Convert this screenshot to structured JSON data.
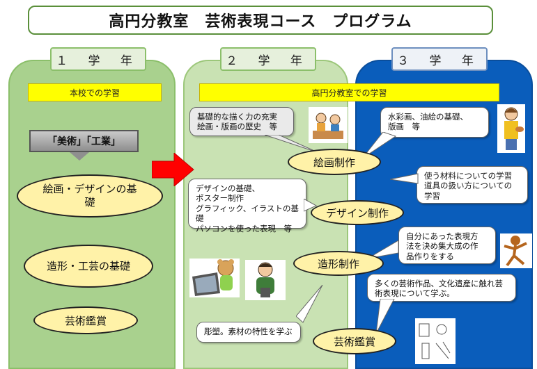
{
  "title": "高円分教室　芸術表現コース　プログラム",
  "years": {
    "y1": "１ 学 年",
    "y2": "２ 学 年",
    "y3": "３ 学 年"
  },
  "bars": {
    "main_school": "本校での学習",
    "branch": "高円分教室での学習"
  },
  "subjects_label": "「美術」「工業」",
  "year1_items": {
    "painting_design": "絵画・デザインの基礎",
    "sculpture_craft": "造形・工芸の基礎",
    "appreciation": "芸術鑑賞"
  },
  "year2_callouts": {
    "drawing": "基礎的な描く力の充実\n絵画・版画の歴史　等",
    "design": "デザインの基礎、\nポスター制作\nグラフィック、イラストの基礎\nパソコンを使った表現　等",
    "sculpture": "彫塑。素材の特性を学ぶ"
  },
  "center_items": {
    "painting": "絵画制作",
    "design": "デザイン制作",
    "modeling": "造形制作",
    "appreciation": "芸術鑑賞"
  },
  "year3_callouts": {
    "watercolor": "水彩画、油絵の基礎、\n版画　等",
    "materials": "使う材料についての学習\n道具の扱い方についての\n学習",
    "expression": "自分にあった表現方\n法を決め集大成の作\n品作りをする",
    "artworks": "多くの芸術作品、文化遺産に触れ芸\n術表現について学ぶ。"
  },
  "colors": {
    "year1": "#a9d18e",
    "year2": "#c9e2b3",
    "year3": "#0a5dbb",
    "ellipse": "#fff2a8",
    "arrow": "#ff0000",
    "bar": "#ffff00"
  }
}
